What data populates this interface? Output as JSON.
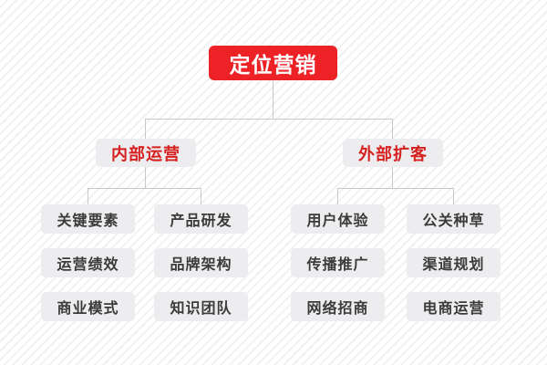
{
  "diagram": {
    "type": "org-chart",
    "title": "定位营销",
    "background": {
      "pattern": "diagonal-stripes",
      "base_color": "#ffffff",
      "stripe_color": "#f1f1f3"
    },
    "colors": {
      "root_fill": "#ec2226",
      "root_text": "#ffffff",
      "branch_fill": "#ededef",
      "branch_text": "#d6201f",
      "leaf_fill": "#ededef",
      "leaf_text": "#3b3b3b",
      "connector": "#c9c9c9"
    },
    "root": {
      "label": "定位营销"
    },
    "branches": [
      {
        "label": "内部运营",
        "children": [
          {
            "label": "关键要素"
          },
          {
            "label": "产品研发"
          },
          {
            "label": "运营绩效"
          },
          {
            "label": "品牌架构"
          },
          {
            "label": "商业模式"
          },
          {
            "label": "知识团队"
          }
        ]
      },
      {
        "label": "外部扩客",
        "children": [
          {
            "label": "用户体验"
          },
          {
            "label": "公关种草"
          },
          {
            "label": "传播推广"
          },
          {
            "label": "渠道规划"
          },
          {
            "label": "网络招商"
          },
          {
            "label": "电商运营"
          }
        ]
      }
    ]
  }
}
